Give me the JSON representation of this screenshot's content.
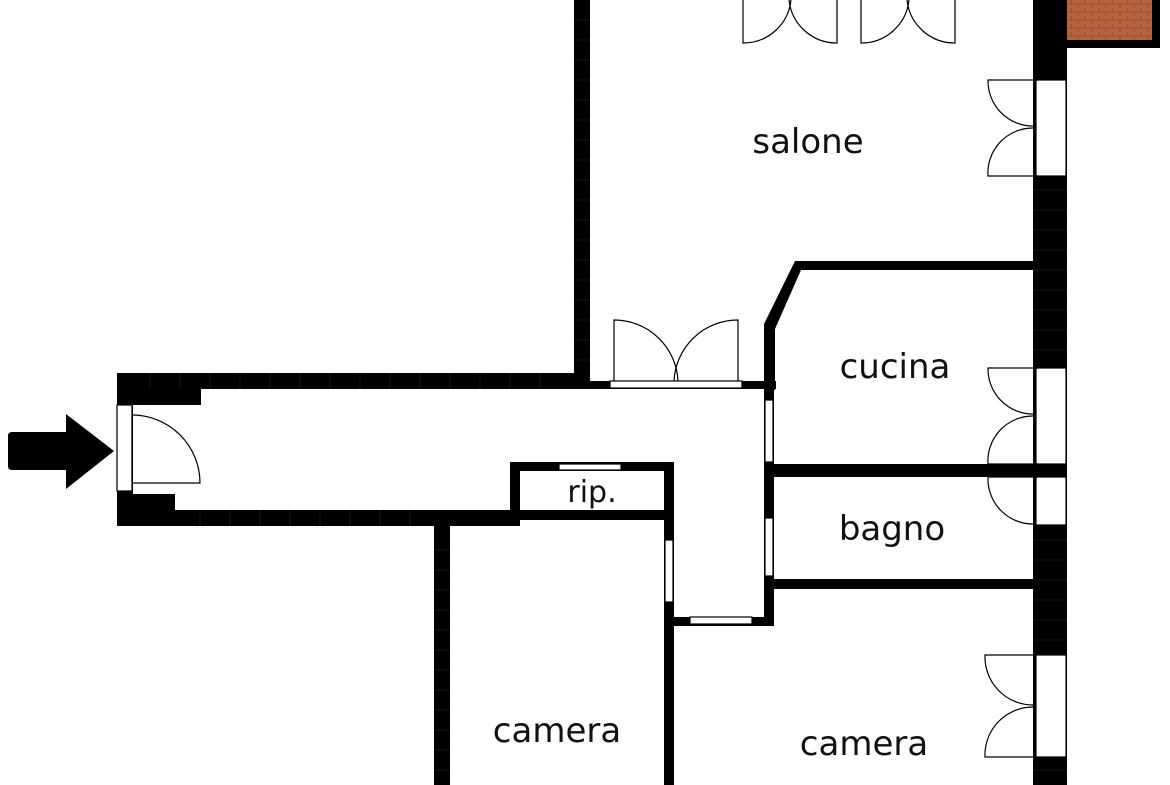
{
  "plan": {
    "rooms": [
      {
        "id": "salone",
        "label": "salone"
      },
      {
        "id": "cucina",
        "label": "cucina"
      },
      {
        "id": "rip",
        "label": "rip."
      },
      {
        "id": "bagno",
        "label": "bagno"
      },
      {
        "id": "camera-left",
        "label": "camera"
      },
      {
        "id": "camera-right",
        "label": "camera"
      }
    ],
    "colors": {
      "wall": "#000000",
      "background": "#ffffff",
      "terrace": "#b8643e",
      "entrance_arrow": "#000000"
    },
    "icons": {
      "entrance": "entrance-arrow-icon",
      "terrace": "brick-terrace-icon"
    }
  }
}
